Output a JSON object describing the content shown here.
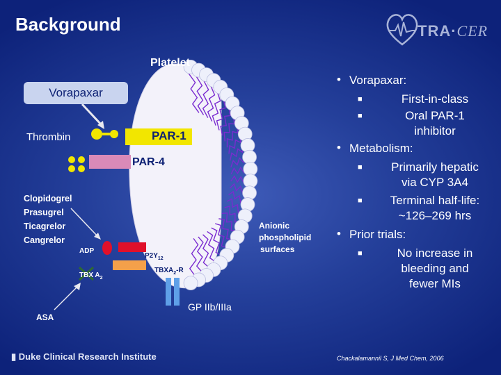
{
  "slide": {
    "title": "Background",
    "logo": {
      "brand": "TRA·CER",
      "brand_main": "TRA·",
      "brand_italic": "CER"
    },
    "footer_logo": "Duke Clinical Research Institute",
    "citation": "Chackalamannil S, J Med Chem, 2006"
  },
  "diagram": {
    "platelet": "Platelet",
    "vorapaxar": "Vorapaxar",
    "thrombin": "Thrombin",
    "par1": "PAR-1",
    "par4": "PAR-4",
    "drugs": [
      "Clopidogrel",
      "Prasugrel",
      "Ticagrelor",
      "Cangrelor"
    ],
    "adp": "ADP",
    "tbx_a": "TBX A",
    "tbx_sub": "2",
    "p2y": "P2Y",
    "p2y_sub": "12",
    "tbxa": "TBXA",
    "tbxa_sub": "2",
    "tbxa_tail": "-R",
    "asa": "ASA",
    "anionic": [
      "Anionic",
      "phospholipid",
      "surfaces"
    ],
    "gp": "GP IIb/IIIa",
    "colors": {
      "yellow": "#f2e600",
      "pink": "#d98ab8",
      "red": "#e0102a",
      "green": "#2f6b2f",
      "purple": "#7a2bd0"
    }
  },
  "bullets": [
    {
      "text": "Vorapaxar:",
      "subs": [
        [
          "First-in-class"
        ],
        [
          "Oral PAR-1",
          "inhibitor"
        ]
      ]
    },
    {
      "text": "Metabolism:",
      "subs": [
        [
          "Primarily hepatic",
          "via CYP 3A4"
        ],
        [
          "Terminal half-life:",
          "~126–269 hrs"
        ]
      ]
    },
    {
      "text": "Prior trials:",
      "subs": [
        [
          "No increase in",
          "bleeding and",
          "fewer MIs"
        ]
      ]
    }
  ]
}
